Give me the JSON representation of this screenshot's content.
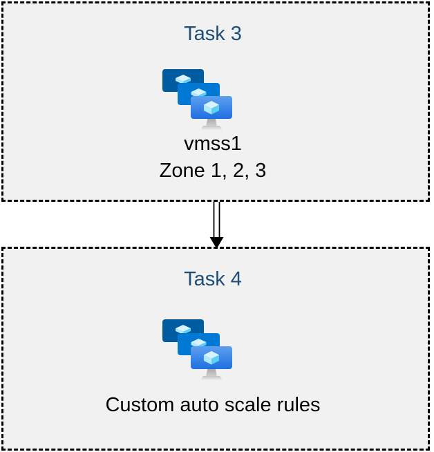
{
  "page": {
    "background": "#ffffff"
  },
  "diagram": {
    "box_fill": "#f1f1f1",
    "box_border_color": "#000000",
    "title_color": "#1f4e79",
    "body_text_color": "#000000",
    "boxes": [
      {
        "id": "task3",
        "title": "Task 3",
        "icon": "vm-scale-sets-icon",
        "label_lines": [
          "vmss1",
          "Zone 1, 2, 3"
        ]
      },
      {
        "id": "task4",
        "title": "Task 4",
        "icon": "vm-scale-sets-icon",
        "label_lines": [
          "Custom auto scale rules"
        ]
      }
    ],
    "connector": {
      "type": "double-line-arrow",
      "direction": "down",
      "color": "#000000",
      "from": "task3",
      "to": "task4"
    },
    "icon_colors": {
      "monitor_back": "#005ba1",
      "monitor_middle": "#0078d4",
      "monitor_front_top": "#5ea0ef",
      "monitor_front_bottom": "#1e6fe0",
      "cube_top": "#d9f3fe",
      "cube_left": "#b2e9fd",
      "cube_right": "#5fd0f5",
      "stand_neck": "#a7a7a7",
      "stand_base": "#d9d9d9"
    }
  }
}
